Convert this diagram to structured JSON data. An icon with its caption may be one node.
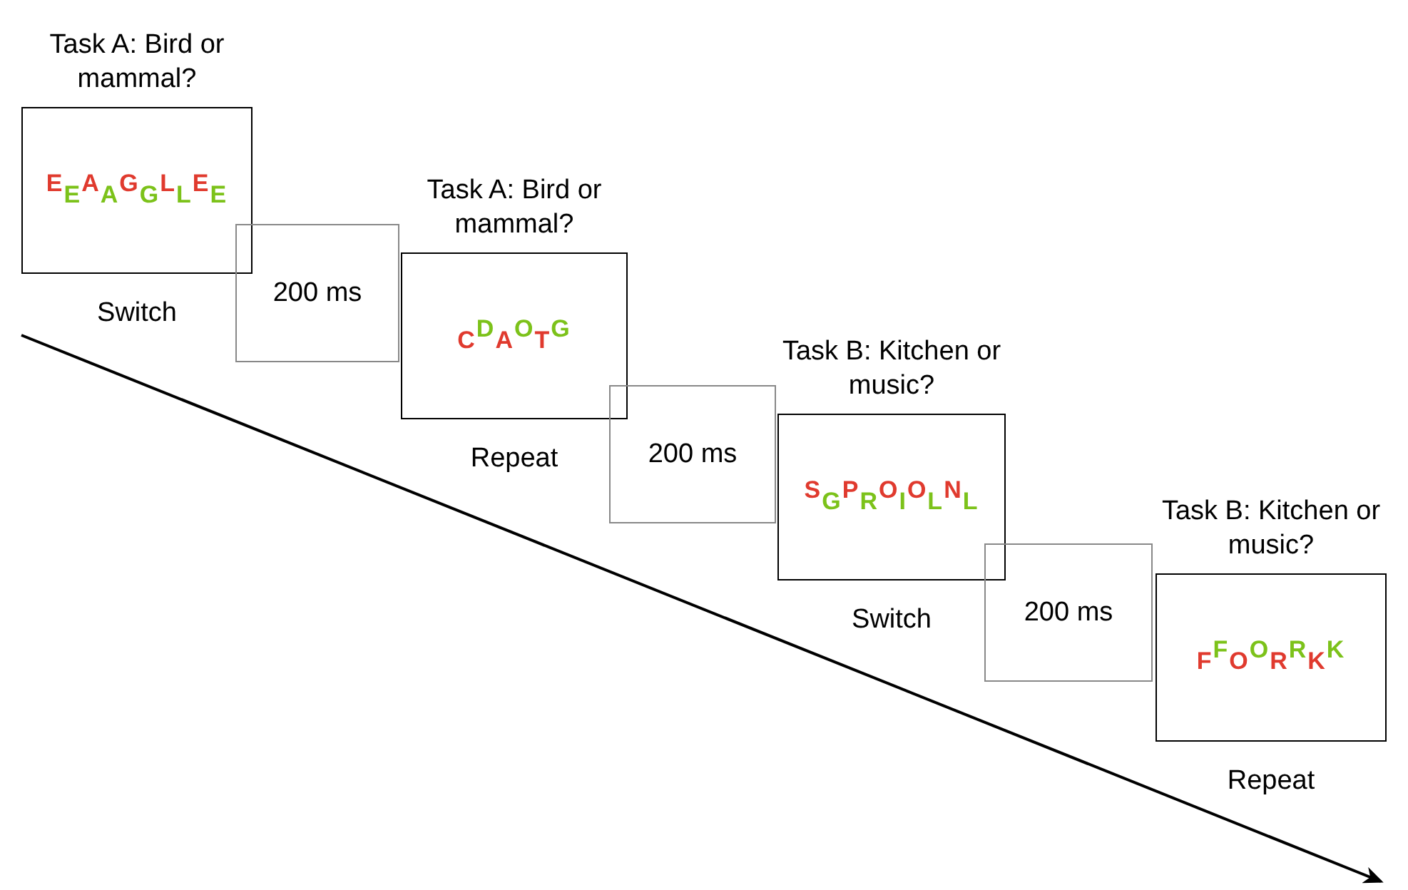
{
  "diagram": {
    "nodes": [
      {
        "text": [
          "Task A: Bird or mammal?",
          "EEAAGGLLEE"
        ],
        "beside": [
          "Switch"
        ]
      },
      {
        "text": [
          "200 ms"
        ]
      },
      {
        "text": [
          "Task A: Bird or mammal?",
          "CDAOTG"
        ],
        "beside": [
          "Repeat"
        ]
      },
      {
        "text": [
          "200 ms"
        ]
      },
      {
        "text": [
          "Task B: Kitchen or music?",
          "SGPROIOLNL"
        ],
        "beside": [
          "Switch"
        ]
      },
      {
        "text": [
          "200 ms"
        ]
      },
      {
        "text": [
          "Task B: Kitchen or music?",
          "FFOORRKK"
        ],
        "beside": [
          "Repeat"
        ]
      }
    ],
    "edges": []
  }
}
